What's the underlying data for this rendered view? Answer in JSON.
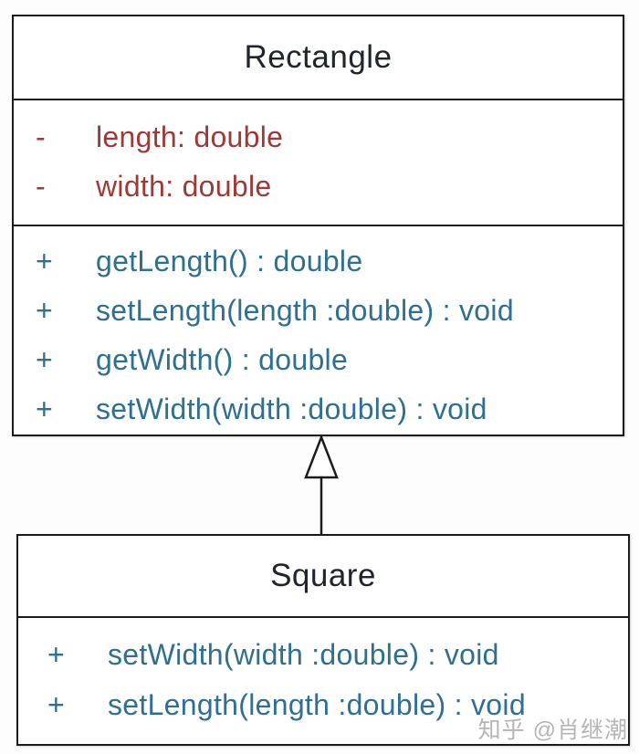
{
  "diagram": {
    "type": "uml-class-diagram",
    "colors": {
      "background": "#fdfdfd",
      "box_fill": "#ffffff",
      "border": "#1b1b1b",
      "title_text": "#20242c",
      "attribute_text": "#9e3936",
      "method_text": "#2f6f8f",
      "watermark_text": "#a8a8a8"
    },
    "classes": [
      {
        "name": "Rectangle",
        "attributes": [
          {
            "visibility": "-",
            "label": "length: double"
          },
          {
            "visibility": "-",
            "label": "width: double"
          }
        ],
        "methods": [
          {
            "visibility": "+",
            "label": "getLength() : double"
          },
          {
            "visibility": "+",
            "label": "setLength(length :double) : void"
          },
          {
            "visibility": "+",
            "label": "getWidth() : double"
          },
          {
            "visibility": "+",
            "label": "setWidth(width :double) : void"
          }
        ]
      },
      {
        "name": "Square",
        "attributes": [],
        "methods": [
          {
            "visibility": "+",
            "label": "setWidth(width :double) : void"
          },
          {
            "visibility": "+",
            "label": "setLength(length :double) : void"
          }
        ]
      }
    ],
    "relationship": {
      "type": "inheritance",
      "from": "Square",
      "to": "Rectangle"
    },
    "watermark": "知乎 @肖继潮"
  }
}
